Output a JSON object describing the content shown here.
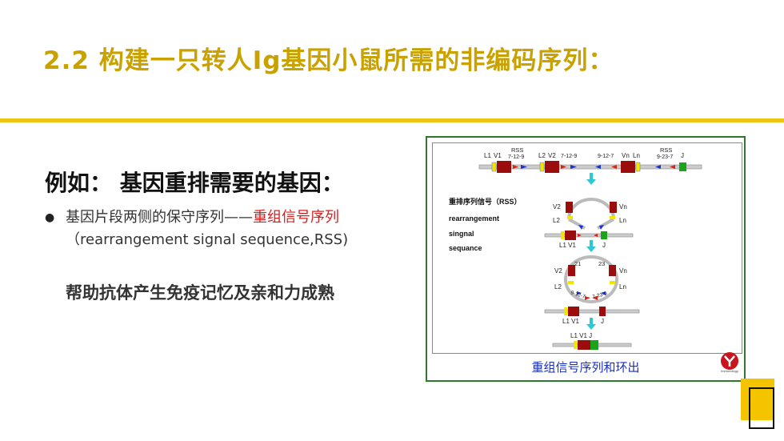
{
  "slide": {
    "title": "2.2 构建一只转人Ig基因小鼠所需的非编码序列：",
    "subtitle": "例如：  基因重排需要的基因：",
    "bullet_prefix": "基因片段两侧的保守序列——",
    "bullet_red": "重组信号序列",
    "bullet_suffix": "（rearrangement signal sequence,RSS)",
    "emphasis": "帮助抗体产生免疫记忆及亲和力成熟"
  },
  "figure": {
    "caption": "重组信号序列和环出",
    "labels": {
      "l1": "L1",
      "v1": "V1",
      "rss": "RSS",
      "rss_left": "7-12-9",
      "l2": "L2",
      "v2": "V2",
      "spacer_a": "7-12-9",
      "spacer_b": "9-12-7",
      "vn": "Vn",
      "ln": "Ln",
      "rss2": "RSS",
      "rss_right": "9-23-7",
      "j": "J",
      "legend_cn": "重排序列信号（RSS）",
      "legend_en1": "rearrangement",
      "legend_en2": "singnal",
      "legend_en3": "sequance",
      "loop1_v2": "V2",
      "loop1_vn": "Vn",
      "loop1_l2": "L2",
      "loop1_ln": "Ln",
      "row3_l1v1": "L1 V1",
      "row3_j": "J",
      "loop2_21": "21",
      "loop2_23": "23",
      "loop2_v2": "V2",
      "loop2_vn": "Vn",
      "loop2_l2": "L2",
      "loop2_ln": "Ln",
      "loop2_a": "9-12-7",
      "loop2_b": "7-23-9",
      "row5_l1v1": "L1 V1",
      "row5_j": "J",
      "row6_l1v1j": "L1 V1 J",
      "logo_text": "Immunology"
    }
  }
}
